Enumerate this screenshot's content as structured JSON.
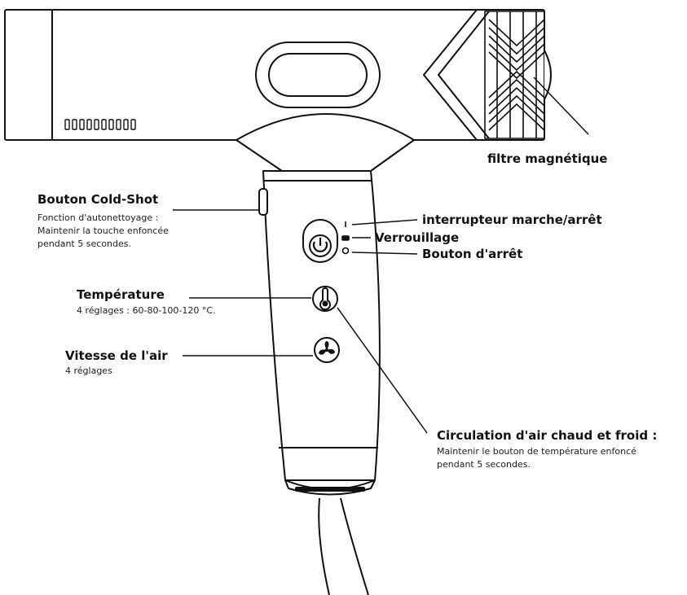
{
  "labels": {
    "filtre": {
      "title": "filtre magnétique"
    },
    "cold_shot": {
      "title": "Bouton Cold-Shot",
      "lines": [
        "Fonction d'autonettoyage :",
        "Maintenir la touche enfoncée",
        "pendant 5 secondes."
      ]
    },
    "interrupteur": {
      "title": "interrupteur marche/arrêt"
    },
    "verrouillage": {
      "title": "Verrouillage"
    },
    "arret": {
      "title": "Bouton d'arrêt"
    },
    "temperature": {
      "title": "Température",
      "lines": [
        "4 réglages : 60-80-100-120 °C."
      ]
    },
    "vitesse": {
      "title": "Vitesse de l'air",
      "lines": [
        "4 réglages"
      ]
    },
    "circulation": {
      "title": "Circulation d'air chaud et froid :",
      "lines": [
        "Maintenir le bouton de température enfoncé",
        "pendant 5 secondes."
      ]
    }
  },
  "icons": {
    "power": "power-icon",
    "thermometer": "thermometer-icon",
    "fan": "fan-icon"
  },
  "colors": {
    "line": "#111111",
    "fill": "#ffffff"
  }
}
